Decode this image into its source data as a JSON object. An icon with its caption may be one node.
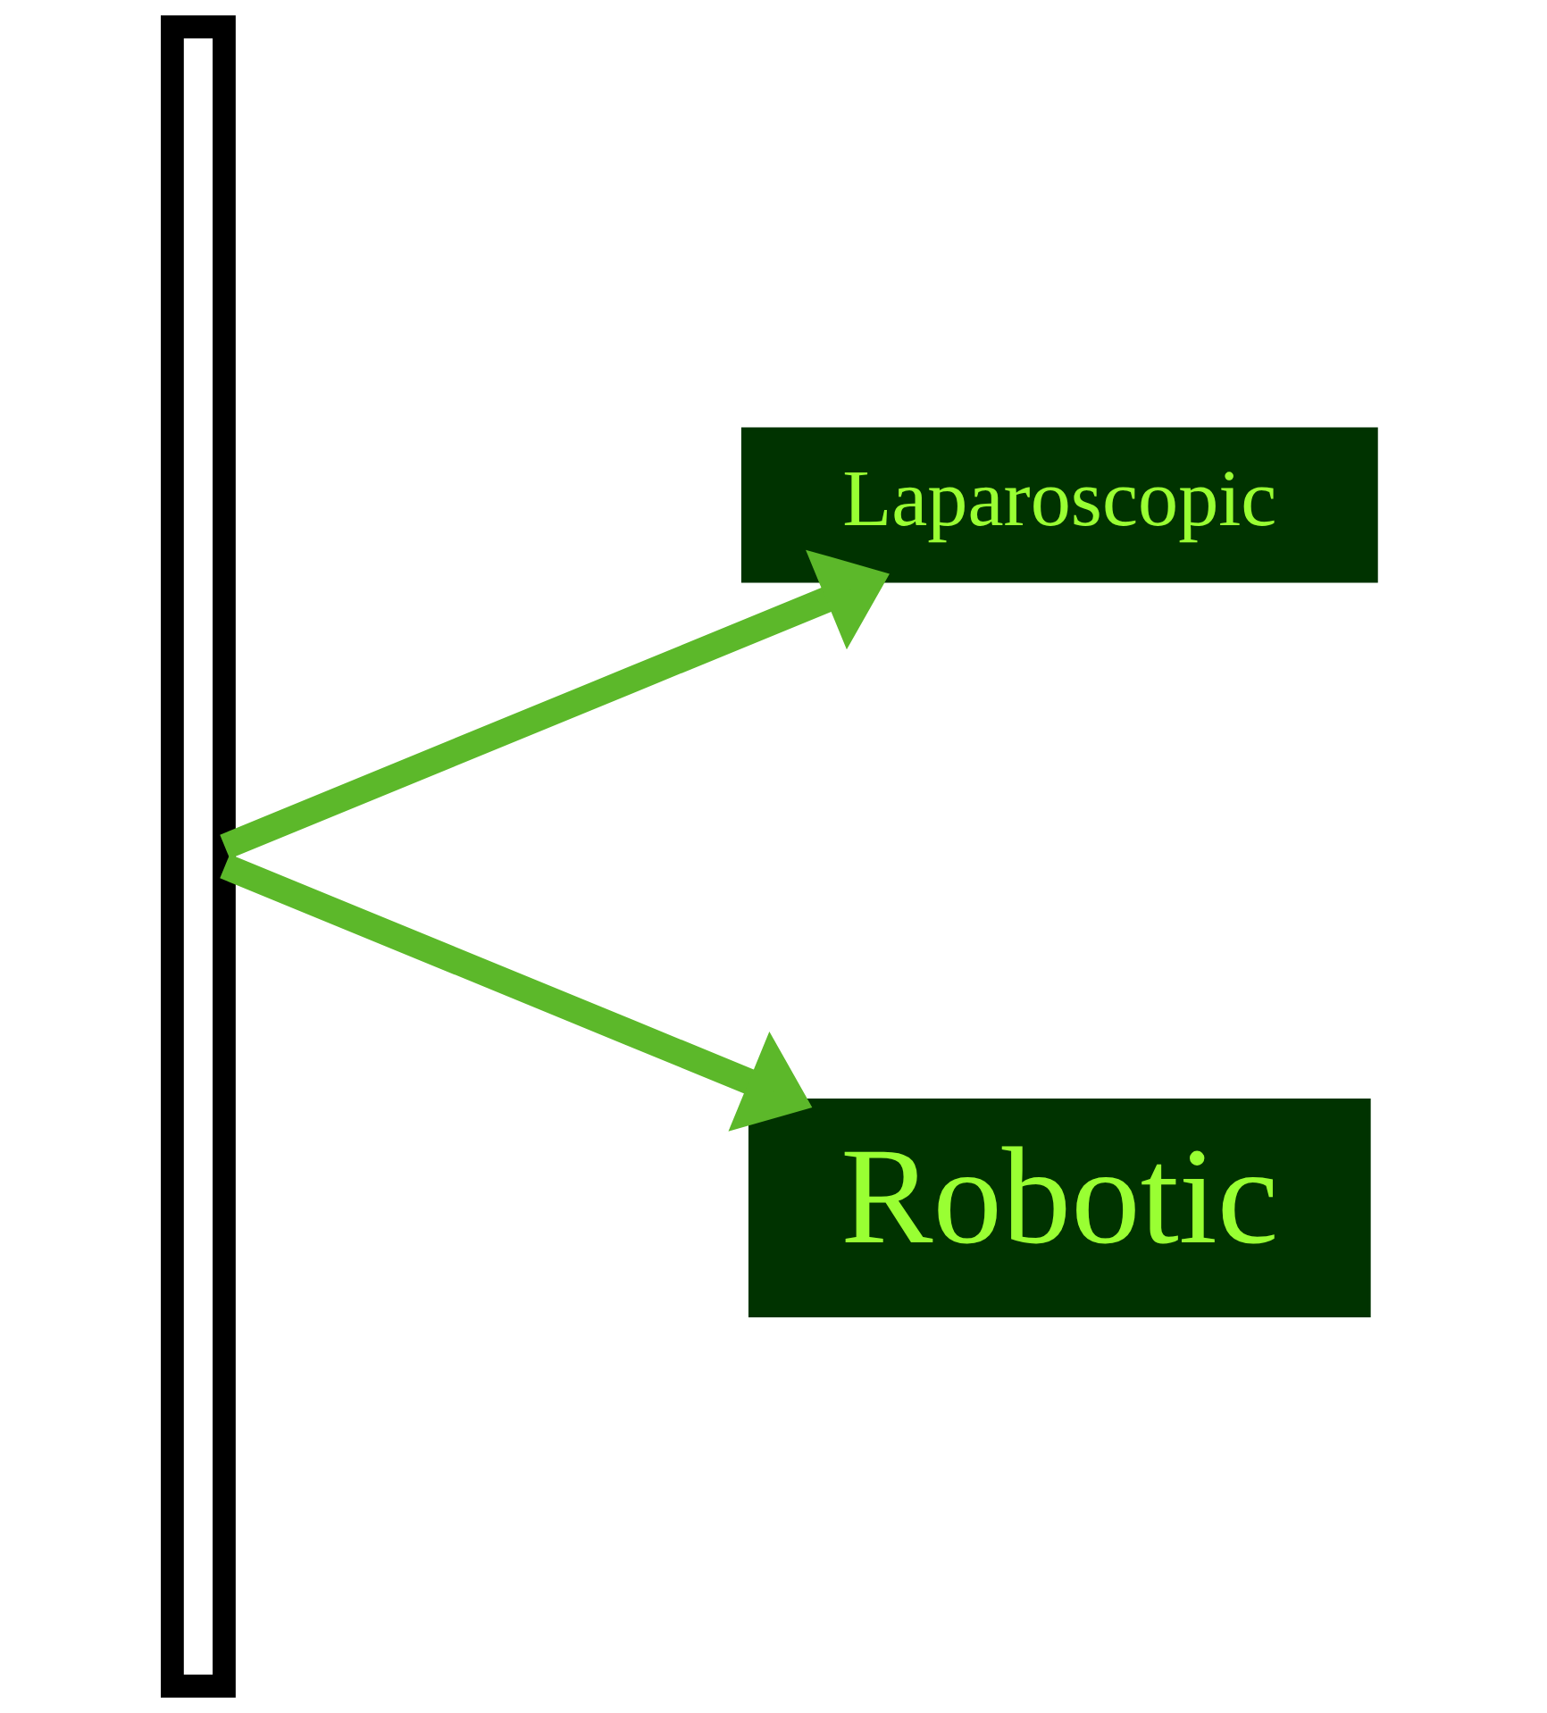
{
  "diagram": {
    "nodes": [
      {
        "text": [],
        "shape": "bracket"
      },
      {
        "text": [
          "Laparoscopic"
        ]
      },
      {
        "text": [
          "Robotic"
        ]
      }
    ],
    "edges": [
      {
        "from": 0,
        "to": 1,
        "arrow": "to"
      },
      {
        "from": 0,
        "to": 2,
        "arrow": "to"
      }
    ]
  }
}
